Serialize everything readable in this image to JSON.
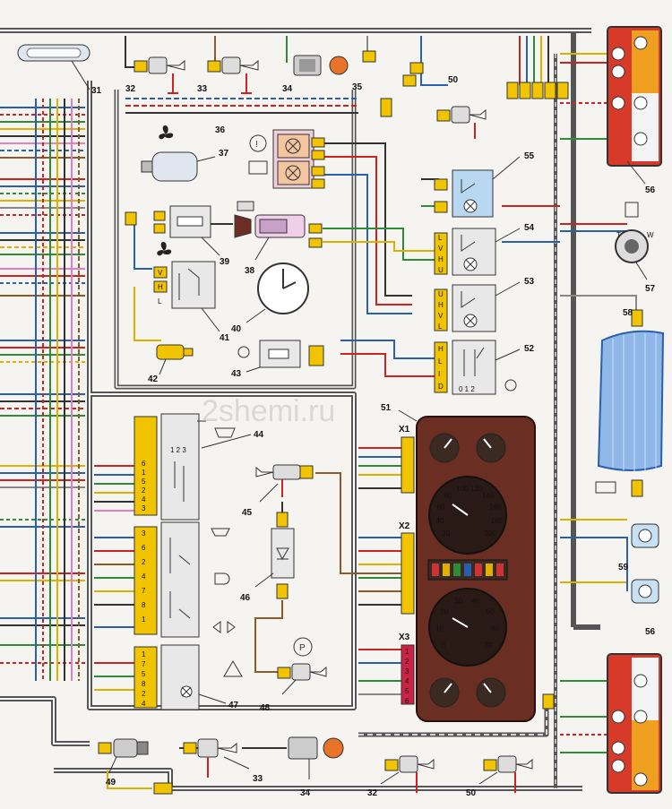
{
  "watermark": "2shemi.ru",
  "colors": {
    "background": "#f6f4f0",
    "harness": "#555555",
    "wire_red": "#cc2222",
    "wire_blue": "#2a5fb0",
    "wire_green": "#2f8a3a",
    "wire_yellow": "#e0b000",
    "wire_brown": "#8a5a2a",
    "wire_pink": "#e080c0",
    "connector": "#f2c400",
    "cluster": "#6b2e22",
    "tail_lamp": "#d83a2a",
    "amber": "#f0a020",
    "glass": "#8fb8e8"
  },
  "components": {
    "c31": "31",
    "c32": "32",
    "c33": "33",
    "c34": "34",
    "c35": "35",
    "c36": "36",
    "c37": "37",
    "c38": "38",
    "c39": "39",
    "c40": "40",
    "c41": "41",
    "c42": "42",
    "c43": "43",
    "c44": "44",
    "c45": "45",
    "c46": "46",
    "c47": "47",
    "c48": "48",
    "c49": "49",
    "c50": "50",
    "c51": "51",
    "c52": "52",
    "c53": "53",
    "c54": "54",
    "c55": "55",
    "c56": "56",
    "c57": "57",
    "c58": "58",
    "c59": "59"
  },
  "connectors": {
    "x1": "X1",
    "x2": "X2",
    "x3": "X3"
  },
  "switch_pins": {
    "s54": [
      "L",
      "V",
      "H",
      "U"
    ],
    "s53": [
      "U",
      "H",
      "V",
      "L"
    ],
    "s52": [
      "H",
      "L",
      "I",
      "D"
    ],
    "s52_positions": "0 1 2",
    "s41": [
      "V",
      "H",
      "L"
    ],
    "s44_positions": "1 2 3",
    "s44_upper": [
      "6",
      "1",
      "5",
      "2",
      "4",
      "3"
    ],
    "s44_lower": [
      "3",
      "6",
      "2",
      "4",
      "7",
      "8",
      "1"
    ],
    "s47": [
      "1",
      "7",
      "5",
      "8",
      "2",
      "4"
    ]
  },
  "gauge57_labels": [
    "T",
    "W"
  ],
  "tacho_scale": [
    "0",
    "10",
    "20",
    "30",
    "40",
    "50",
    "60",
    "70"
  ],
  "speedo_scale": [
    "20",
    "40",
    "60",
    "80",
    "100",
    "120",
    "140",
    "160",
    "180",
    "200"
  ],
  "x3_pins": [
    "1",
    "2",
    "3",
    "4",
    "5",
    "6"
  ]
}
